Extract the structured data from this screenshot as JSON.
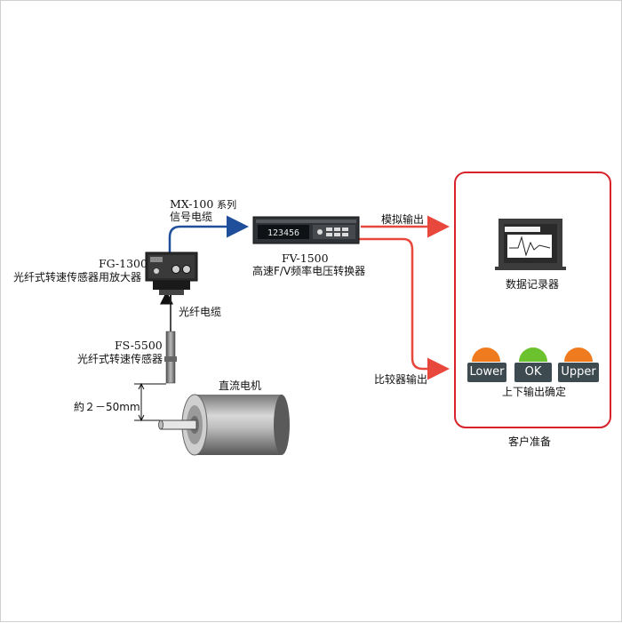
{
  "colors": {
    "analog_arrow": "#e8473c",
    "signal_cable": "#1f4e9b",
    "customer_box": "#d8232a",
    "lamp_lower": "#f07a1e",
    "lamp_ok": "#6cc22e",
    "lamp_upper": "#f07a1e",
    "lamp_base": "#3d4a50"
  },
  "cable": {
    "model": "MX-100",
    "suffix": "系列",
    "desc": "信号电缆"
  },
  "amplifier": {
    "model": "FG-1300",
    "desc": "光纤式转速传感器用放大器"
  },
  "converter": {
    "model": "FV-1500",
    "desc": "高速F/V频率电压转换器",
    "display": "123456"
  },
  "fiber_cable": {
    "label": "光纤电缆"
  },
  "sensor": {
    "model": "FS-5500",
    "desc": "光纤式转速传感器"
  },
  "motor": {
    "label": "直流电机"
  },
  "distance": {
    "label": "約２－50mm"
  },
  "outputs": {
    "analog": "模拟输出",
    "comparator": "比较器输出"
  },
  "customer": {
    "recorder_label": "数据记录器",
    "lamps": [
      "Lower",
      "OK",
      "Upper"
    ],
    "lamps_label": "上下输出确定",
    "caption": "客户准备"
  }
}
